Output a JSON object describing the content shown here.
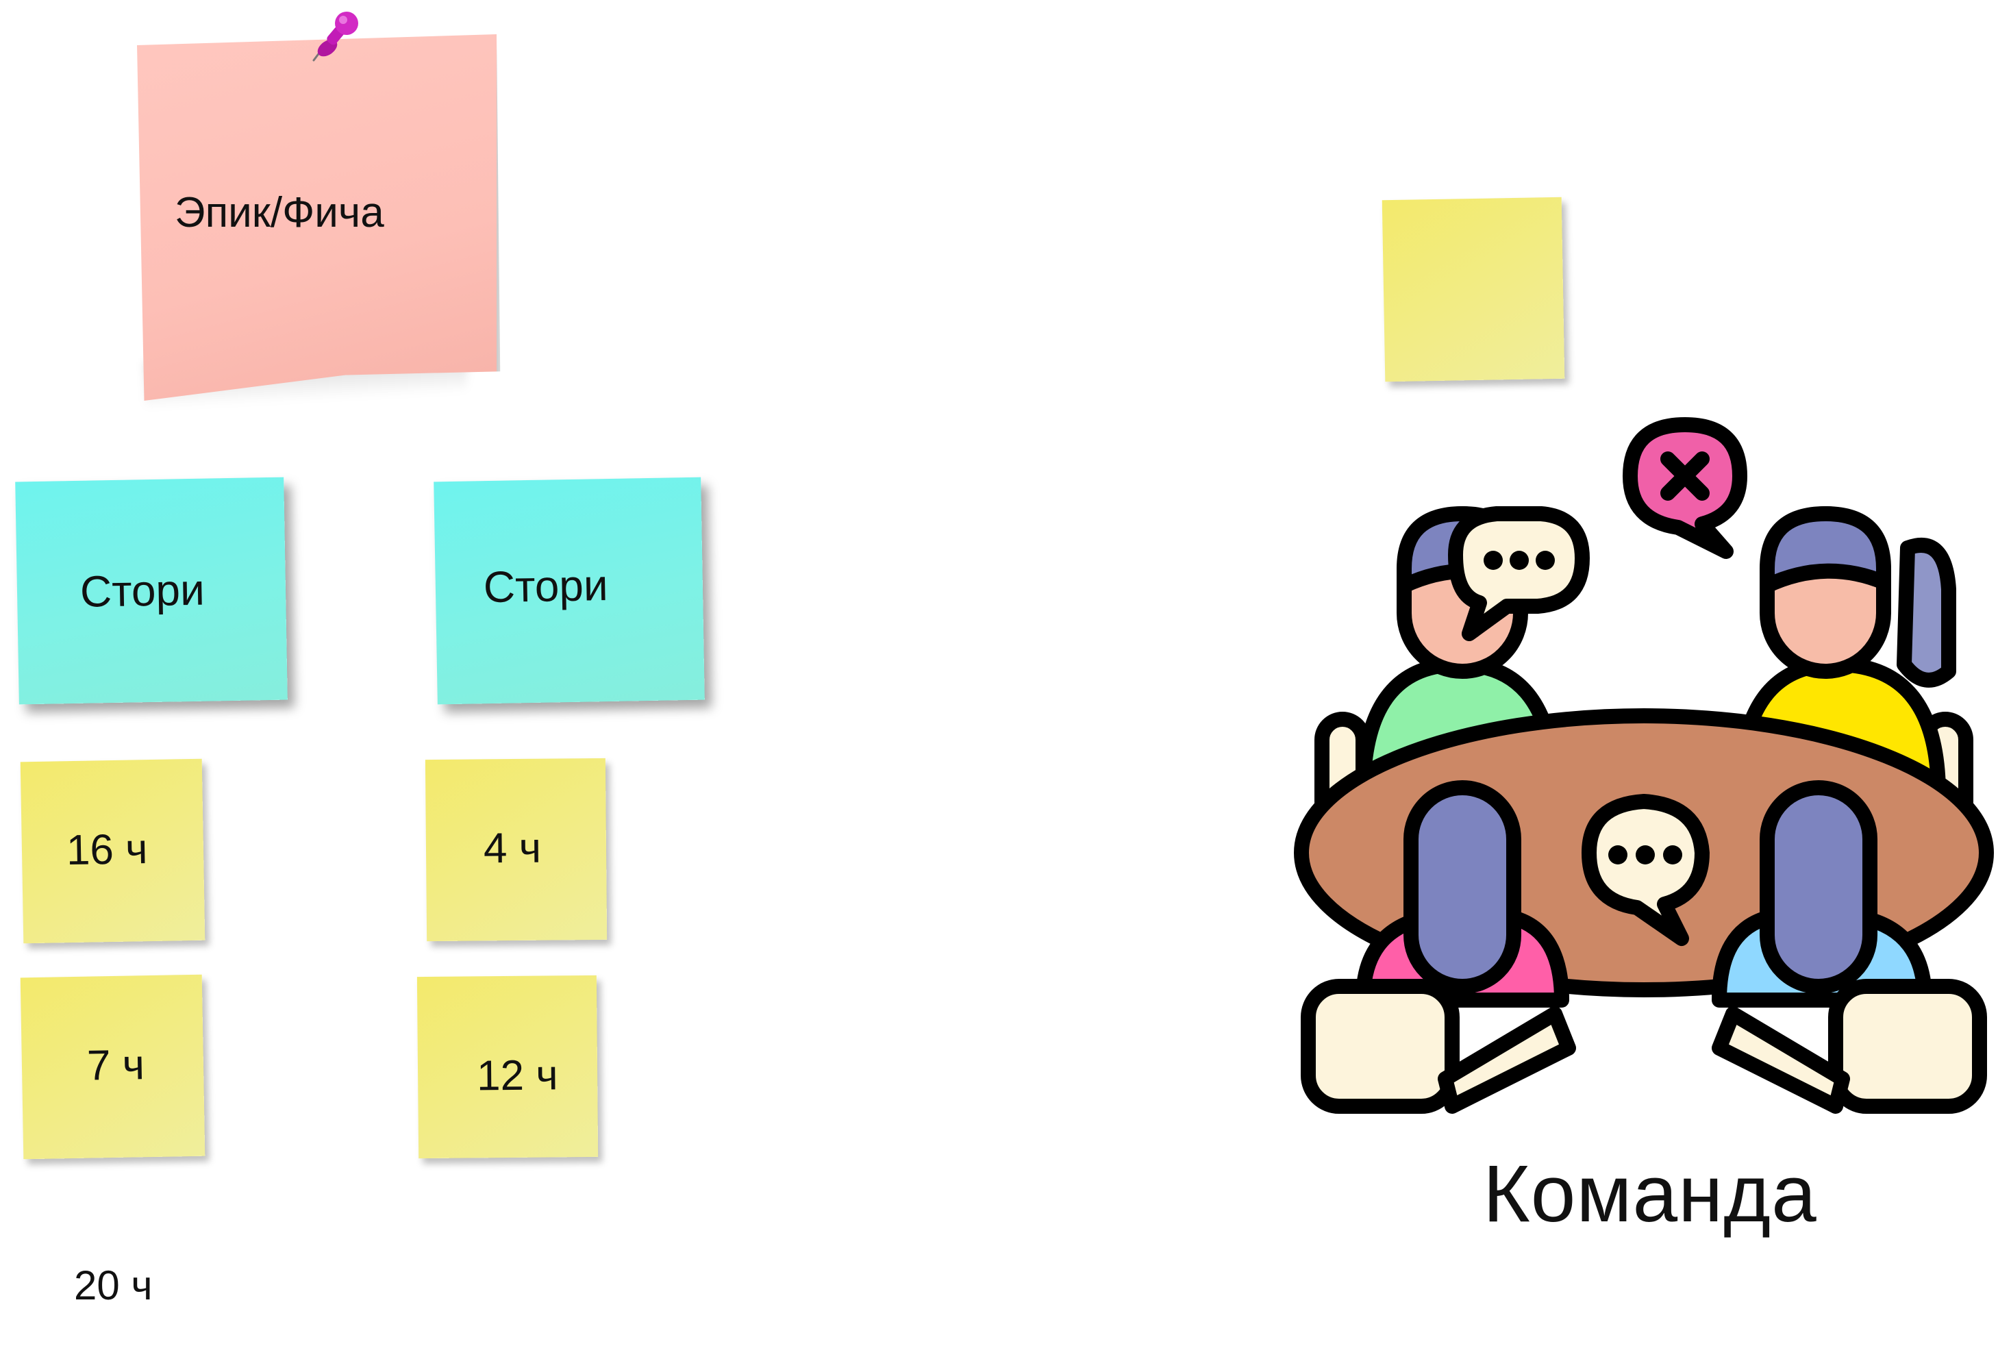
{
  "epic": {
    "label": "Эпик/Фича"
  },
  "stories": [
    {
      "label": "Стори"
    },
    {
      "label": "Стори"
    }
  ],
  "tasks": [
    {
      "label": "16 ч"
    },
    {
      "label": "4 ч"
    },
    {
      "label": "7 ч"
    },
    {
      "label": "12 ч"
    }
  ],
  "total": {
    "label": "20 ч"
  },
  "team": {
    "label": "Команда"
  },
  "colors": {
    "epic_note": "#fdbfb6",
    "story_note": "#7ef2e6",
    "task_note": "#f2ec86",
    "pin": "#c21bb7",
    "table": "#cc8866",
    "outline": "#000000"
  }
}
